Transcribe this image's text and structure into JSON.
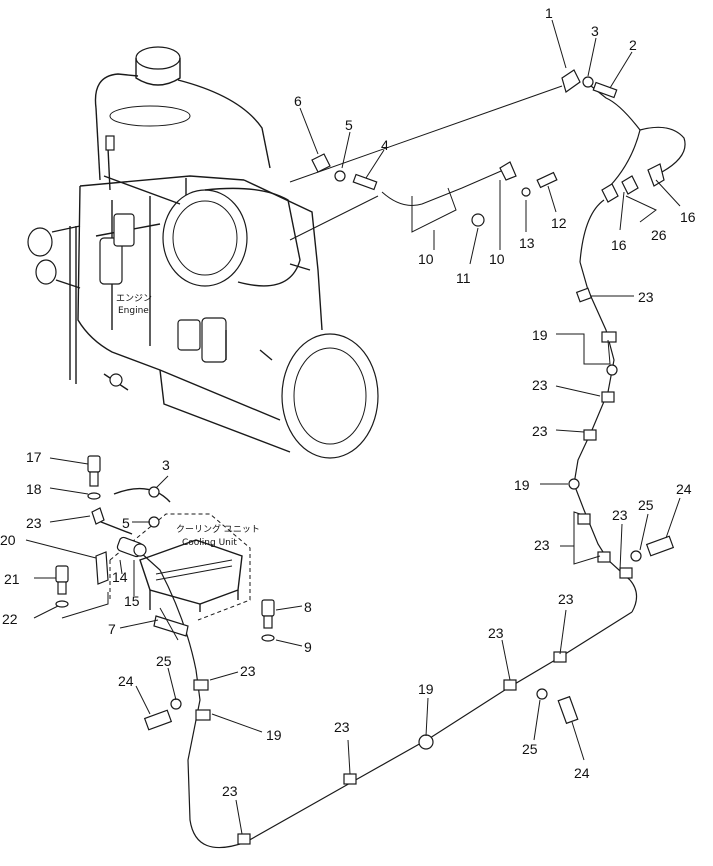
{
  "labels": {
    "engine_jp": "エンジン",
    "engine_en": "Engine",
    "cooling_jp": "クーリング ユニット",
    "cooling_en": "Cooling Unit"
  },
  "part_numbers": {
    "n1": "1",
    "n2": "2",
    "n3": "3",
    "n4": "4",
    "n5": "5",
    "n6": "6",
    "n7": "7",
    "n8": "8",
    "n9": "9",
    "n10": "10",
    "n11": "11",
    "n12": "12",
    "n13": "13",
    "n14": "14",
    "n15": "15",
    "n16": "16",
    "n17": "17",
    "n18": "18",
    "n19": "19",
    "n20": "20",
    "n21": "21",
    "n22": "22",
    "n23": "23",
    "n24": "24",
    "n25": "25",
    "n26": "26"
  }
}
